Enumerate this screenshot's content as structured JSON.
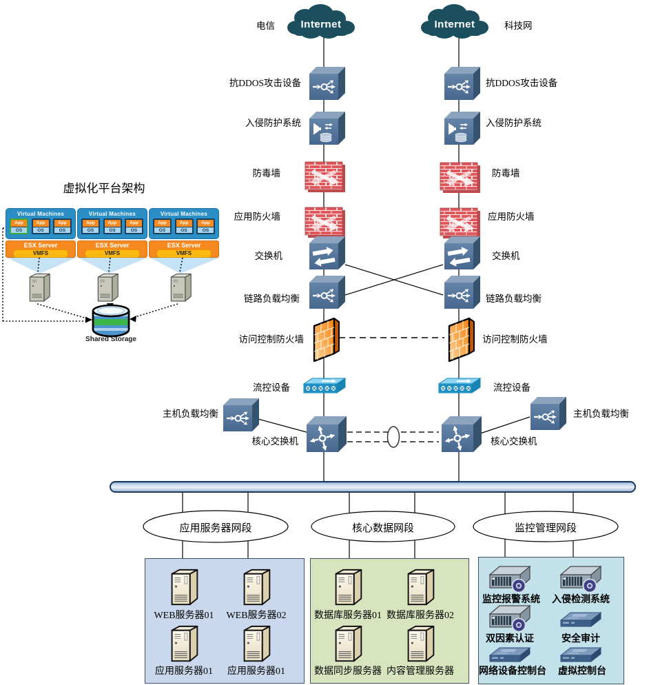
{
  "top": {
    "internet": "Internet",
    "left_isp": "电信",
    "right_isp": "科技网"
  },
  "chain": {
    "ddos": "抗DDOS攻击设备",
    "ips": "入侵防护系统",
    "antivirus_wall": "防毒墙",
    "app_firewall": "应用防火墙",
    "switch": "交换机",
    "link_lb": "链路负载均衡",
    "access_firewall": "访问控制防火墙",
    "flow_control": "流控设备",
    "host_lb": "主机负载均衡",
    "core_switch": "核心交换机"
  },
  "virtualization": {
    "title": "虚拟化平台架构",
    "vm_header": "Virtual Machines",
    "vm_app": "App",
    "vm_os": "OS",
    "esx": "ESX Server",
    "vmfs": "VMFS",
    "shared_storage": "Shared Storage"
  },
  "segments": [
    {
      "name": "应用服务器网段",
      "servers": [
        "WEB服务器01",
        "WEB服务器02",
        "应用服务器01",
        "应用服务器01"
      ]
    },
    {
      "name": "核心数据网段",
      "servers": [
        "数据库服务器01",
        "数据库服务器02",
        "数据同步服务器",
        "内容管理服务器"
      ]
    },
    {
      "name": "监控管理网段",
      "items": [
        "监控报警系统",
        "入侵检测系统",
        "双因素认证",
        "安全审计",
        "网络设备控制台",
        "虚拟控制台"
      ]
    }
  ],
  "colors": {
    "cloud": "#1B4F5E",
    "device_box": "#54749B",
    "brick_wall": "#E0575B",
    "access_firewall": "#F78C1E",
    "flow_device": "#229BD6",
    "bus": "#B8CCE4",
    "segment_app": "#C9D8EC",
    "segment_data": "#D7E4BE",
    "segment_monitor": "#C2E1EA",
    "vm_blue": "#2B8FC6",
    "esx_orange": "#F6891F",
    "vmfs_yellow": "#FFB912",
    "storage_green": "#3CB54A"
  }
}
